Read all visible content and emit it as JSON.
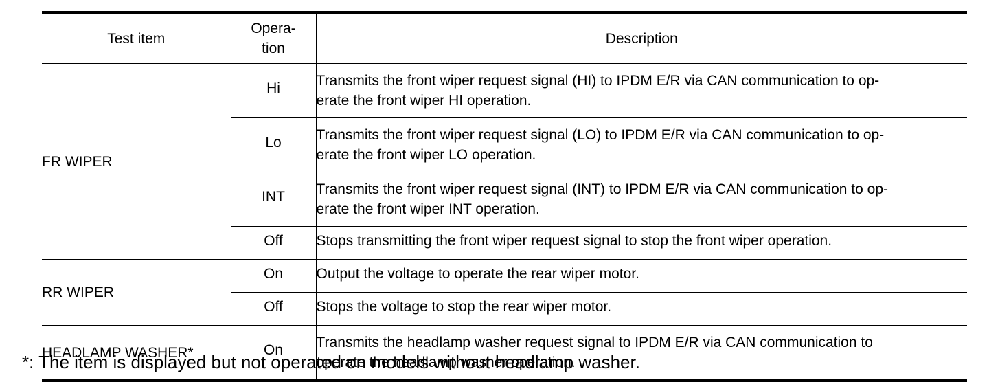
{
  "table": {
    "headers": {
      "test_item": "Test item",
      "operation": "Opera-\ntion",
      "description": "Description"
    },
    "groups": [
      {
        "item": "FR WIPER",
        "rows": [
          {
            "operation": "Hi",
            "description": "Transmits the front wiper request signal (HI) to IPDM E/R via CAN communication to op-\nerate the front wiper HI operation."
          },
          {
            "operation": "Lo",
            "description": "Transmits the front wiper request signal (LO) to IPDM E/R via CAN communication to op-\nerate the front wiper LO operation."
          },
          {
            "operation": "INT",
            "description": "Transmits the front wiper request signal (INT) to IPDM E/R via CAN communication to op-\nerate the front wiper INT operation."
          },
          {
            "operation": "Off",
            "description": "Stops transmitting the front wiper request signal to stop the front wiper operation."
          }
        ]
      },
      {
        "item": "RR WIPER",
        "rows": [
          {
            "operation": "On",
            "description": "Output the voltage to operate the rear wiper motor."
          },
          {
            "operation": "Off",
            "description": "Stops the voltage to stop the rear wiper motor."
          }
        ]
      },
      {
        "item": "HEADLAMP WASHER*",
        "rows": [
          {
            "operation": "On",
            "description": "Transmits the headlamp washer request signal to IPDM E/R via CAN communication to\noperate the headlamp washer operation."
          }
        ]
      }
    ]
  },
  "footnote": "*: The item is displayed but not operated on models without headlamp washer."
}
